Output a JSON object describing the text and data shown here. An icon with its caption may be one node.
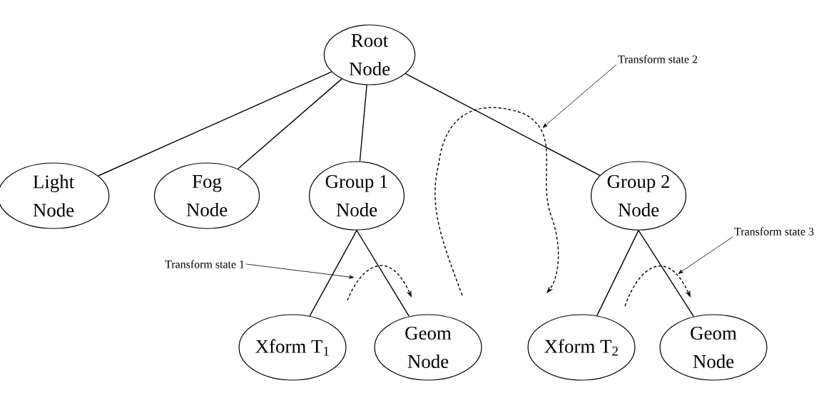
{
  "diagram": {
    "nodes": [
      {
        "text": [
          "Root Node"
        ]
      },
      {
        "text": [
          "Light Node"
        ]
      },
      {
        "text": [
          "Fog Node"
        ]
      },
      {
        "text": [
          "Group 1 Node"
        ]
      },
      {
        "text": [
          "Group 2 Node"
        ]
      },
      {
        "text": [
          "Xform T$_{1}$"
        ]
      },
      {
        "text": [
          "Geom Node"
        ]
      },
      {
        "text": [
          "Xform T$_{2}$"
        ]
      },
      {
        "text": [
          "Geom Node"
        ]
      },
      {
        "text": [
          "Transform state 1"
        ]
      },
      {
        "text": [
          "Transform state 2"
        ]
      },
      {
        "text": [
          "Transform state 3"
        ]
      }
    ],
    "edges": [
      {
        "from": 0,
        "to": 1,
        "arrow": "none"
      },
      {
        "from": 0,
        "to": 2,
        "arrow": "none"
      },
      {
        "from": 0,
        "to": 3,
        "arrow": "none"
      },
      {
        "from": 0,
        "to": 4,
        "arrow": "none"
      },
      {
        "from": 3,
        "to": 5,
        "arrow": "none"
      },
      {
        "from": 3,
        "to": 6,
        "arrow": "none"
      },
      {
        "from": 4,
        "to": 7,
        "arrow": "none"
      },
      {
        "from": 4,
        "to": 8,
        "arrow": "none"
      },
      {
        "from": 9,
        "to": null,
        "arrow": "to"
      },
      {
        "from": 10,
        "to": null,
        "arrow": "to"
      },
      {
        "from": 11,
        "to": null,
        "arrow": "to"
      }
    ]
  }
}
